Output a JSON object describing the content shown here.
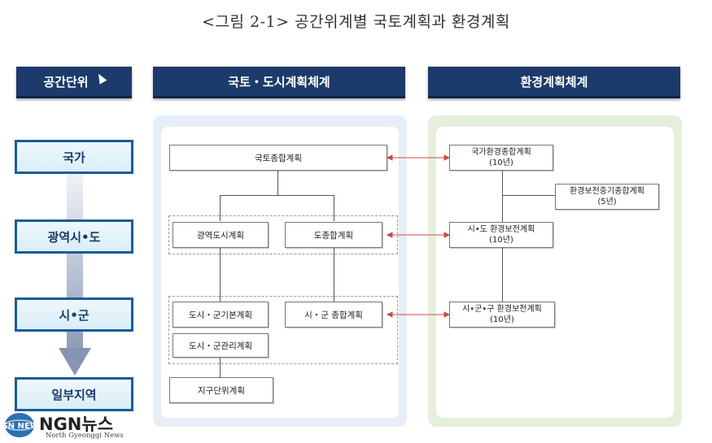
{
  "title": "<그림 2-1> 공간위계별 국토계획과 환경계획",
  "headers": {
    "spatial_unit": "공간단위",
    "national_urban": "국토・도시계획체계",
    "environment": "환경계획체계"
  },
  "levels": [
    "국가",
    "광역시•도",
    "시•군",
    "일부지역"
  ],
  "land_plans": {
    "national": "국토종합계획",
    "metro_city": "광역도시계획",
    "province": "도종합계획",
    "city_basic": "도시・군기본계획",
    "city_county_comp": "시・군 종합계획",
    "city_management": "도시・군관리계획",
    "district_unit": "지구단위계획"
  },
  "env_plans": {
    "national": {
      "name": "국가환경종합계획",
      "period": "(10년)"
    },
    "mid_term": {
      "name": "환경보전중기종합계획",
      "period": "(5년)"
    },
    "metro": {
      "name": "시•도 환경보전계획",
      "period": "(10년)"
    },
    "local": {
      "name": "시•군•구 환경보전계획",
      "period": "(10년)"
    }
  },
  "logo": {
    "mark": "NGN NEWS",
    "name": "NGN뉴스",
    "sub": "North Gyeonggi News"
  },
  "colors": {
    "header_bg": "#1c3a6b",
    "level_border": "#1a5c9a",
    "connector": "#d04848",
    "blue_panel": "#e6eef8",
    "green_panel": "#e4f0dc"
  }
}
